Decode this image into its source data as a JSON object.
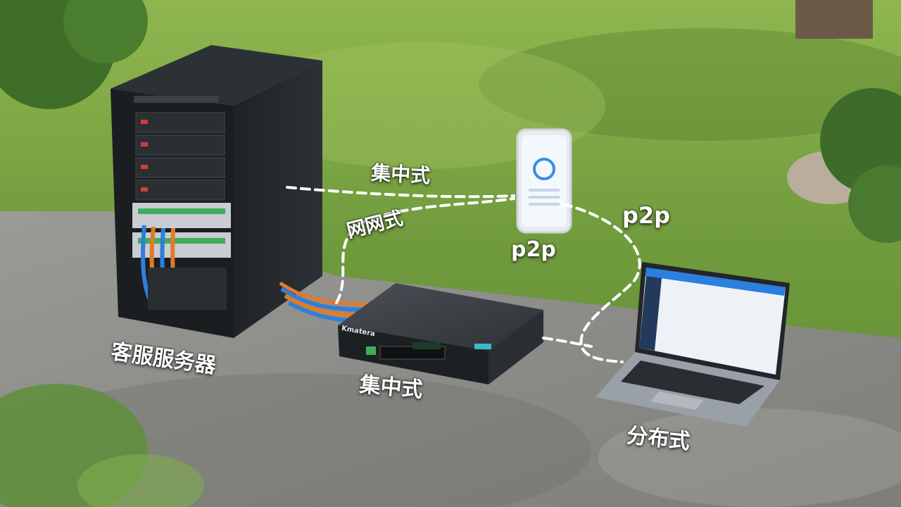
{
  "labels": {
    "server": "客服服务器",
    "centralized_top": "集中式",
    "mesh": "网网式",
    "p2p_phone": "p2p",
    "p2p_right": "p2p",
    "centralized_switch": "集中式",
    "distributed": "分布式"
  },
  "switch": {
    "brand": "Kmatera"
  },
  "colors": {
    "grass": "#6f9a3c",
    "pavement": "#8a8a86",
    "cabinet": "#23272b",
    "cable_blue": "#2f7fd6",
    "cable_orange": "#e27a2a",
    "dashed_line": "#ffffff"
  }
}
